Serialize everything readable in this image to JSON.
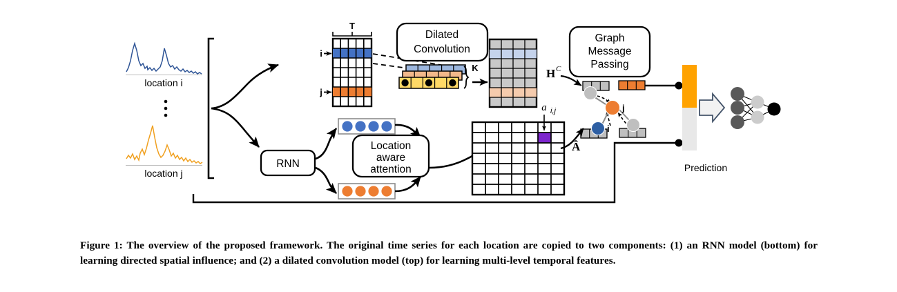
{
  "figure": {
    "number": "Figure 1",
    "caption": "Figure 1: The overview of the proposed framework. The original time series for each location are copied to two components: (1) an RNN model (bottom) for learning directed spatial influence; and (2) a dilated convolution model (top) for learning multi-level temporal features."
  },
  "colors": {
    "blue": "#4472C4",
    "orange": "#ED7D31",
    "yellow": "#FFD966",
    "light_blue": "#C5D3EC",
    "light_orange": "#F5CBAD",
    "gray_cell": "#C9C9C9",
    "light_gray": "#D9D9D9",
    "node_gray": "#BFBFBF",
    "purple": "#7D26CD",
    "dark_node": "#595959",
    "mid_node": "#CCCCCC",
    "black": "#000000",
    "bar_gray": "#E8E8E8"
  },
  "inputs": {
    "series_i_label": "location i",
    "series_j_label": "location j",
    "ellipsis": "⋮"
  },
  "rnn": {
    "label": "RNN",
    "vector_i_dots": 4,
    "vector_j_dots": 4
  },
  "conv": {
    "box_label_line1": "Dilated",
    "box_label_line2": "Convolution",
    "matrix_T_label": "T",
    "row_i_label": "i",
    "row_j_label": "j",
    "kernel_label": "K",
    "input_matrix_cols": 5,
    "input_matrix_rows": 7,
    "input_row_i_index": 1,
    "input_row_j_index": 5,
    "kernel_dots": 3,
    "hc_matrix_cols": 4,
    "hc_matrix_rows": 7,
    "hc_row_i_index": 1,
    "hc_row_j_index": 5,
    "hc_label": "H",
    "hc_superscript": "C"
  },
  "attention": {
    "box_label_line1": "Location",
    "box_label_line2": "aware",
    "box_label_line3": "attention",
    "matrix_label": "Â",
    "cell_label": "a",
    "cell_label_sub": "i,j",
    "matrix_cols": 7,
    "matrix_rows": 7,
    "highlight_col": 5,
    "highlight_row": 1
  },
  "graph": {
    "box_label_line1": "Graph",
    "box_label_line2": "Message",
    "box_label_line3": "Passing",
    "node_i_label": "i",
    "node_j_label": "j",
    "neighbor_count": 2
  },
  "prediction": {
    "label": "Prediction",
    "mlp_layer1_nodes": 3,
    "mlp_layer2_nodes": 2,
    "mlp_output_nodes": 1
  }
}
